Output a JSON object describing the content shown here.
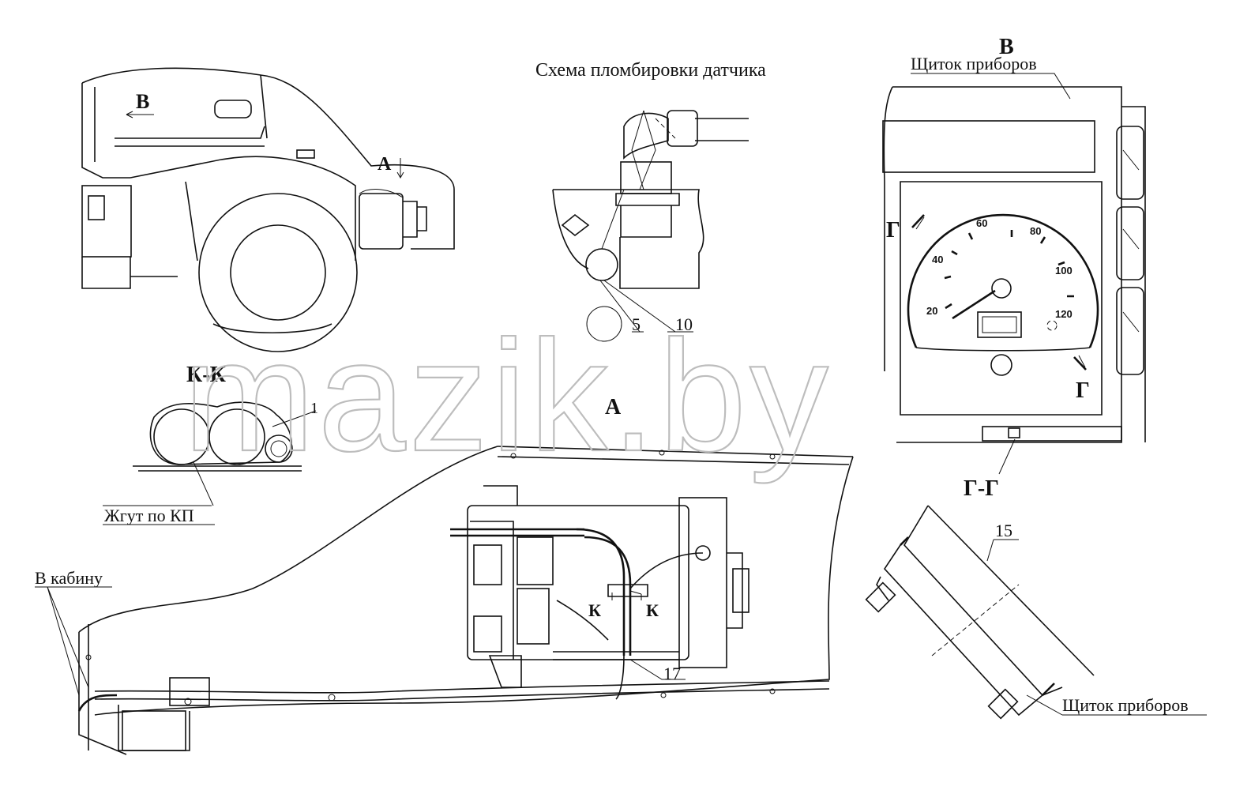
{
  "labels": {
    "sealing_scheme_title": "Схема пломбировки датчика",
    "instrument_panel_top": "Щиток приборов",
    "instrument_panel_bottom": "Щиток приборов",
    "harness_gearbox": "Жгут по КП",
    "to_cabin": "В кабину",
    "view_b_main": "В",
    "view_b_arrow": "В",
    "view_a_arrow": "А",
    "view_a_main": "А",
    "section_kk": "К-К",
    "section_gg": "Г-Г",
    "section_g_top": "Г",
    "section_g_bottom": "Г",
    "section_k_left": "К",
    "section_k_right": "К"
  },
  "callouts": {
    "c1": "1",
    "c5": "5",
    "c10": "10",
    "c15": "15",
    "c17": "17"
  },
  "speedometer": {
    "ticks": [
      "20",
      "40",
      "60",
      "80",
      "100",
      "120"
    ]
  },
  "watermark": "mazik.by"
}
